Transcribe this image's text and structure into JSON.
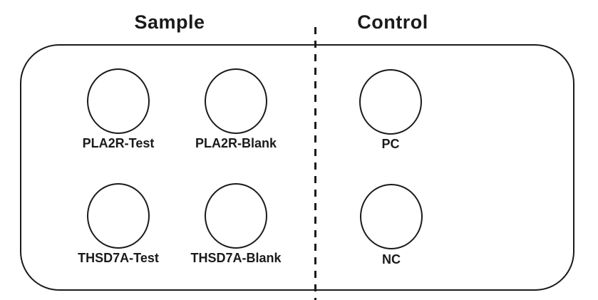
{
  "colors": {
    "line": "#1a1a1a",
    "background": "#ffffff"
  },
  "headers": {
    "left": "Sample",
    "right": "Control"
  },
  "card": {
    "wells": [
      {
        "id": "pla2r-test",
        "section": "Sample",
        "label": "PLA2R-Test"
      },
      {
        "id": "pla2r-blank",
        "section": "Sample",
        "label": "PLA2R-Blank"
      },
      {
        "id": "pc",
        "section": "Control",
        "label": "PC"
      },
      {
        "id": "thsd7a-test",
        "section": "Sample",
        "label": "THSD7A-Test"
      },
      {
        "id": "thsd7a-blank",
        "section": "Sample",
        "label": "THSD7A-Blank"
      },
      {
        "id": "nc",
        "section": "Control",
        "label": "NC"
      }
    ]
  }
}
